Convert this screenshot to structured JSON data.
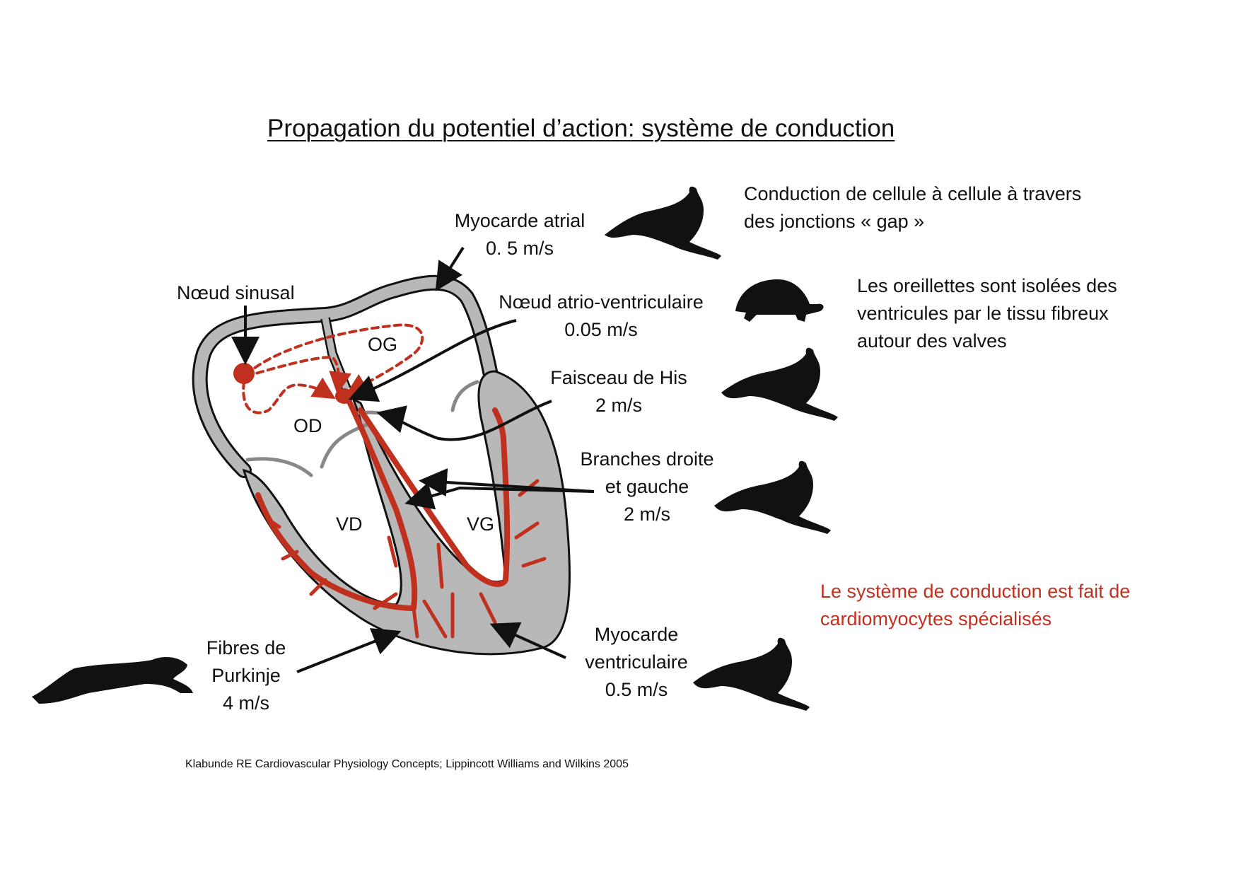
{
  "title": "Propagation du potentiel d’action: système de conduction",
  "colors": {
    "conduction_red": "#c0301f",
    "tissue_gray": "#b8b8b8",
    "outline": "#111111",
    "note_red": "#c0301f"
  },
  "chambers": {
    "og": "OG",
    "od": "OD",
    "vd": "VD",
    "vg": "VG"
  },
  "labels": {
    "noeud_sinusal": {
      "name": "Nœud sinusal"
    },
    "myocarde_atrial": {
      "name": "Myocarde atrial",
      "speed": "0. 5 m/s",
      "animal": "hare-icon"
    },
    "noeud_av": {
      "name": "Nœud atrio-ventriculaire",
      "speed": "0.05 m/s",
      "animal": "tortoise-icon"
    },
    "faisceau_his": {
      "name": "Faisceau de His",
      "speed": "2 m/s",
      "animal": "hare-icon"
    },
    "branches": {
      "name_line1": "Branches droite",
      "name_line2": "et gauche",
      "speed": "2 m/s",
      "animal": "hare-icon"
    },
    "purkinje": {
      "name_line1": "Fibres de",
      "name_line2": "Purkinje",
      "speed": "4 m/s",
      "animal": "cheetah-icon"
    },
    "myocarde_ventriculaire": {
      "name_line1": "Myocarde",
      "name_line2": "ventriculaire",
      "speed": "0.5 m/s",
      "animal": "hare-icon"
    }
  },
  "notes": {
    "gap_line1": "Conduction de cellule à cellule à travers",
    "gap_line2": "des jonctions « gap »",
    "isolation_line1": "Les oreillettes sont isolées des",
    "isolation_line2": "ventricules par le tissu fibreux",
    "isolation_line3": "autour des valves",
    "specialized_line1": "Le système de conduction est fait de",
    "specialized_line2": "cardiomyocytes spécialisés"
  },
  "citation": "Klabunde RE Cardiovascular Physiology Concepts; Lippincott Williams and Wilkins 2005"
}
